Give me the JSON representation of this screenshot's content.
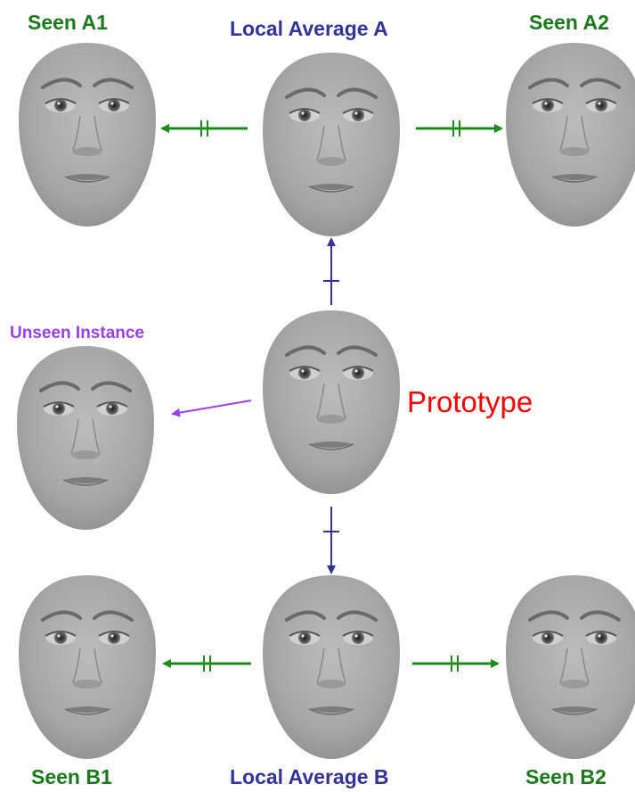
{
  "labels": {
    "seen_a1": "Seen A1",
    "local_average_a": "Local Average A",
    "seen_a2": "Seen A2",
    "unseen_instance": "Unseen Instance",
    "prototype": "Prototype",
    "seen_b1": "Seen B1",
    "local_average_b": "Local Average B",
    "seen_b2": "Seen B2"
  },
  "colors": {
    "seen": "#1a7a1a",
    "local_average": "#333399",
    "unseen": "#9a3ff0",
    "prototype": "#ff0000",
    "green_arrow": "#1a8a1a",
    "blue_arrow": "#333399",
    "purple_arrow": "#9a3ff0"
  }
}
